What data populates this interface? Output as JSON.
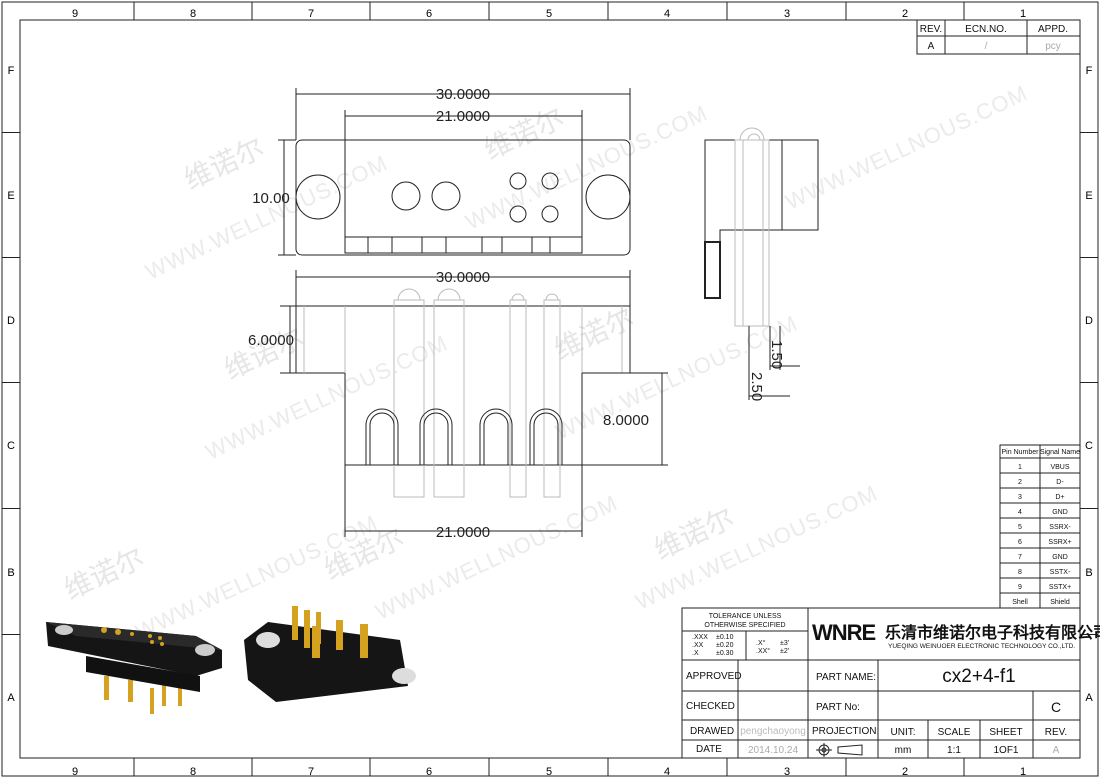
{
  "border": {
    "columns": [
      "9",
      "8",
      "7",
      "6",
      "5",
      "4",
      "3",
      "2",
      "1"
    ],
    "rows": [
      "F",
      "E",
      "D",
      "C",
      "B",
      "A"
    ]
  },
  "watermark": {
    "cn": "维诺尔",
    "url": "WWW.WELLNOUS.COM"
  },
  "revision_block": {
    "headers": [
      "REV.",
      "ECN.NO.",
      "APPD."
    ],
    "row": [
      "A",
      "/",
      "pcy"
    ]
  },
  "dimensions": {
    "top_width": "30.0000",
    "top_body": "21.0000",
    "top_height": "10.00",
    "front_width": "30.0000",
    "front_flange": "6.0000",
    "front_body_height": "8.0000",
    "front_body_width": "21.0000",
    "side_pitch_small": "1.50",
    "side_pitch_large": "2.50"
  },
  "pin_table": {
    "headers": [
      "Pin Number",
      "Signal Name"
    ],
    "rows": [
      [
        "1",
        "VBUS"
      ],
      [
        "2",
        "D-"
      ],
      [
        "3",
        "D+"
      ],
      [
        "4",
        "GND"
      ],
      [
        "5",
        "SSRX-"
      ],
      [
        "6",
        "SSRX+"
      ],
      [
        "7",
        "GND"
      ],
      [
        "8",
        "SSTX-"
      ],
      [
        "9",
        "SSTX+"
      ],
      [
        "Shell",
        "Shield"
      ]
    ]
  },
  "title_block": {
    "tolerance_title": [
      "TOLERANCE UNLESS",
      "OTHERWISE SPECIFIED"
    ],
    "tolerances_linear": [
      [
        ".XXX",
        "±0.10"
      ],
      [
        ".XX",
        "±0.20"
      ],
      [
        ".X",
        "±0.30"
      ]
    ],
    "tolerances_angular": [
      [
        ".X°",
        "±3'"
      ],
      [
        ".XX°",
        "±2'"
      ]
    ],
    "logo_mark": "WNRE",
    "company_cn": "乐清市维诺尔电子科技有限公司",
    "company_en": "YUEQING WEINUOER ELECTRONIC TECHNOLOGY CO.,LTD.",
    "approved_label": "APPROVED",
    "checked_label": "CHECKED",
    "drawed_label": "DRAWED",
    "drawed_value": "pengchaoyong",
    "date_label": "DATE",
    "date_value": "2014.10.24",
    "part_name_label": "PART NAME:",
    "part_name_value": "cx2+4-f1",
    "part_no_label": "PART No:",
    "part_no_rev": "C",
    "projection_label": "PROJECTION:",
    "unit_label": "UNIT:",
    "unit_value": "mm",
    "scale_label": "SCALE",
    "scale_value": "1:1",
    "sheet_label": "SHEET",
    "sheet_value": "1OF1",
    "rev_label": "REV.",
    "rev_value": "A"
  }
}
